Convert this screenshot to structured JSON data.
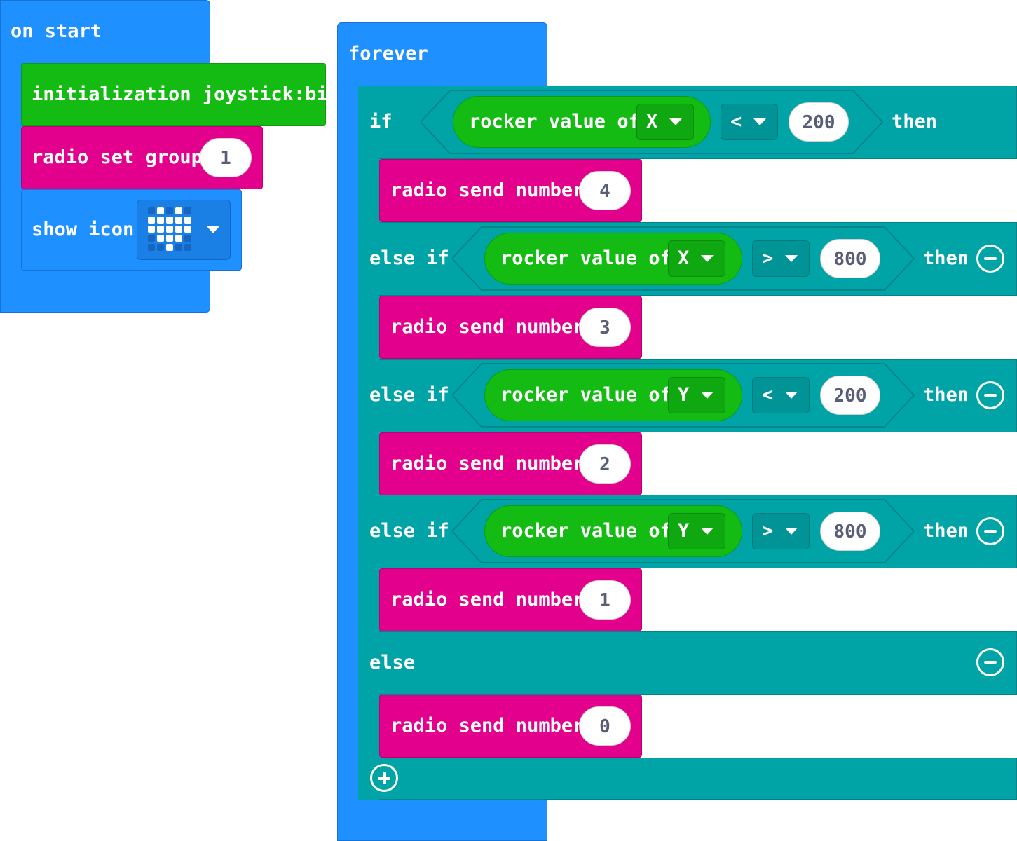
{
  "on_start": {
    "hat_label": "on start",
    "init_label": "initialization joystick:bit",
    "radio_set_group_label": "radio set group",
    "radio_group_value": "1",
    "show_icon_label": "show icon",
    "icon_name": "heart-icon",
    "icon_leds": [
      0,
      1,
      0,
      1,
      0,
      1,
      1,
      1,
      1,
      1,
      1,
      1,
      1,
      1,
      1,
      0,
      1,
      1,
      1,
      0,
      0,
      0,
      1,
      0,
      0
    ]
  },
  "forever": {
    "hat_label": "forever",
    "if_label": "if",
    "else_if_label": "else if",
    "then_label": "then",
    "else_label": "else",
    "rocker_label": "rocker value of",
    "send_label": "radio send number",
    "branches": [
      {
        "axis": "X",
        "op": "<",
        "threshold": "200",
        "send": "4"
      },
      {
        "axis": "X",
        "op": ">",
        "threshold": "800",
        "send": "3"
      },
      {
        "axis": "Y",
        "op": "<",
        "threshold": "200",
        "send": "2"
      },
      {
        "axis": "Y",
        "op": ">",
        "threshold": "800",
        "send": "1"
      }
    ],
    "else_send": "0"
  },
  "colors": {
    "basic_blue": "#1e90ff",
    "joystick_green": "#13bb13",
    "radio_pink": "#e3008c",
    "logic_teal": "#00a4a6"
  }
}
